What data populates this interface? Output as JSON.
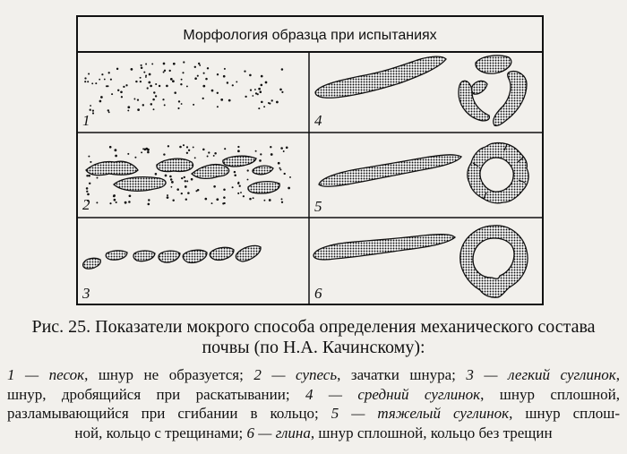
{
  "table": {
    "header": "Морфология образца при испытаниях",
    "cells": [
      {
        "num": "1",
        "soil": "песок"
      },
      {
        "num": "2",
        "soil": "супесь"
      },
      {
        "num": "3",
        "soil": "легкий суглинок"
      },
      {
        "num": "4",
        "soil": "средний суглинок"
      },
      {
        "num": "5",
        "soil": "тяжелый суглинок"
      },
      {
        "num": "6",
        "soil": "глина"
      }
    ]
  },
  "caption": {
    "line1": "Рис. 25. Показатели мокрого способа определения механического состава",
    "line2": "почвы (по Н.А. Качинскому):"
  },
  "legend": {
    "l1": {
      "n1": "1 — песок",
      "t1": ", шнур не образуется; ",
      "n2": "2 — супесь",
      "t2": ", зачатки шнура; ",
      "n3": "3 — легкий суглинок",
      "t3": ","
    },
    "l2": {
      "t1": "шнур, дробящийся при раскатывании; ",
      "n4": "4 — средний суглинок",
      "t2": ", шнур сплошной,"
    },
    "l3": {
      "t1": "разламывающийся при сгибании в кольцо; ",
      "n5": "5 — тяжелый суглинок",
      "t2": ", шнур сплош-"
    },
    "l4": {
      "t1": "ной, кольцо с трещинами; ",
      "n6": "6 — глина",
      "t2": ", шнур сплошной, кольцо без трещин"
    }
  },
  "colors": {
    "ink": "#111111",
    "paper": "#f2f0ec",
    "fill_pattern": "dotted-stipple"
  }
}
